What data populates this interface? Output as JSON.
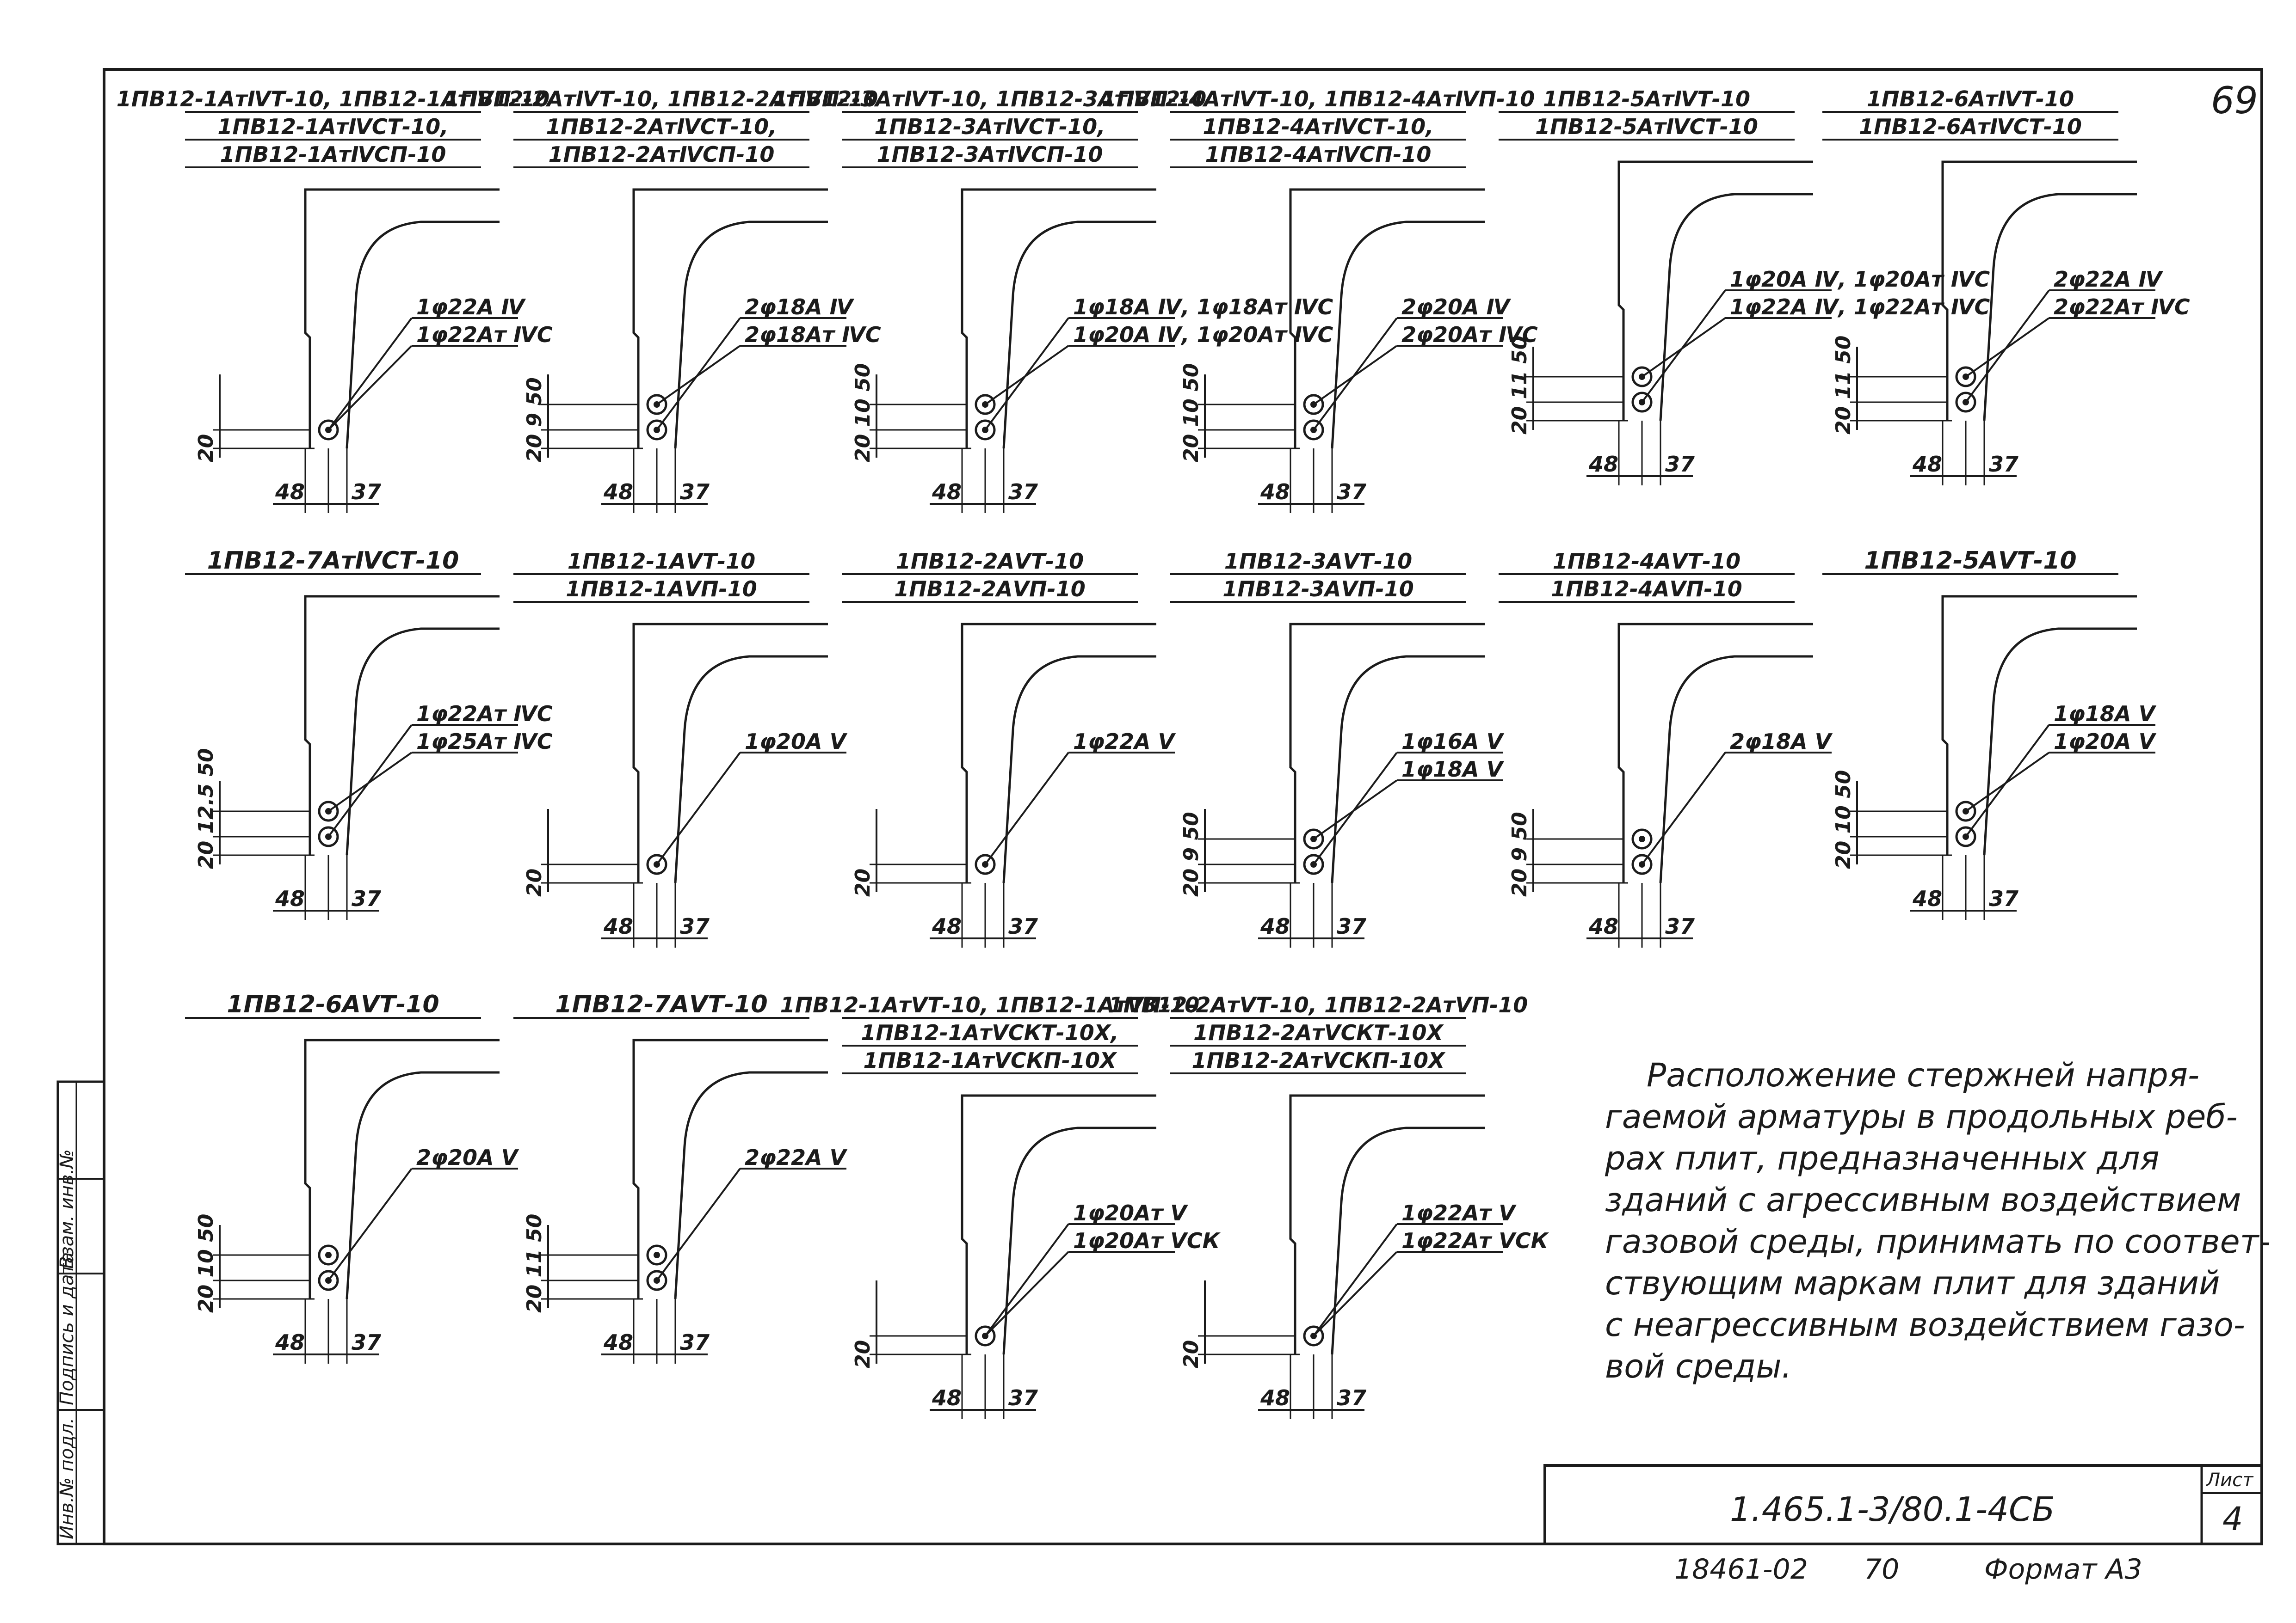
{
  "sheet": {
    "page_number": "69",
    "cards": [
      {
        "titles": [
          "1ПВ12-1АтⅣТ-10, 1ПВ12-1АтⅣП-10",
          "1ПВ12-1АтⅣСТ-10,",
          "1ПВ12-1АтⅣСП-10"
        ],
        "callouts": [
          "1φ22А Ⅳ",
          "1φ22Ат ⅣС"
        ],
        "dims_vertical": "20",
        "dim_left": "48",
        "dim_right": "37",
        "bars": 1
      },
      {
        "titles": [
          "1ПВ12-2АтⅣТ-10, 1ПВ12-2АтⅣП-10",
          "1ПВ12-2АтⅣСТ-10,",
          "1ПВ12-2АтⅣСП-10"
        ],
        "callouts": [
          "2φ18А Ⅳ",
          "2φ18Ат ⅣС"
        ],
        "dims_vertical": "20 9 50",
        "dim_left": "48",
        "dim_right": "37",
        "bars": 2
      },
      {
        "titles": [
          "1ПВ12-3АтⅣТ-10, 1ПВ12-3АтⅣП-10",
          "1ПВ12-3АтⅣСТ-10,",
          "1ПВ12-3АтⅣСП-10"
        ],
        "callouts": [
          "1φ18А Ⅳ, 1φ18Ат ⅣС",
          "1φ20А Ⅳ, 1φ20Ат ⅣС"
        ],
        "dims_vertical": "20 10 50",
        "dim_left": "48",
        "dim_right": "37",
        "bars": 2
      },
      {
        "titles": [
          "1ПВ12-4АтⅣТ-10, 1ПВ12-4АтⅣП-10",
          "1ПВ12-4АтⅣСТ-10,",
          "1ПВ12-4АтⅣСП-10"
        ],
        "callouts": [
          "2φ20А Ⅳ",
          "2φ20Ат ⅣС"
        ],
        "dims_vertical": "20 10 50",
        "dim_left": "48",
        "dim_right": "37",
        "bars": 2
      },
      {
        "titles": [
          "1ПВ12-5АтⅣТ-10",
          "1ПВ12-5АтⅣСТ-10"
        ],
        "callouts": [
          "1φ20А Ⅳ, 1φ20Ат ⅣС",
          "1φ22А Ⅳ, 1φ22Ат ⅣС"
        ],
        "dims_vertical": "20 11 50",
        "dim_left": "48",
        "dim_right": "37",
        "bars": 2
      },
      {
        "titles": [
          "1ПВ12-6АтⅣТ-10",
          "1ПВ12-6АтⅣСТ-10"
        ],
        "callouts": [
          "2φ22А Ⅳ",
          "2φ22Ат ⅣС"
        ],
        "dims_vertical": "20 11 50",
        "dim_left": "48",
        "dim_right": "37",
        "bars": 2
      },
      {
        "titles": [
          "1ПВ12-7АтⅣСТ-10"
        ],
        "callouts": [
          "1φ22Ат ⅣС",
          "1φ25Ат ⅣС"
        ],
        "dims_vertical": "20 12.5 50",
        "dim_left": "48",
        "dim_right": "37",
        "bars": 2
      },
      {
        "titles": [
          "1ПВ12-1АⅤТ-10",
          "1ПВ12-1АⅤП-10"
        ],
        "callouts": [
          "1φ20А Ⅴ"
        ],
        "dims_vertical": "20",
        "dim_left": "48",
        "dim_right": "37",
        "bars": 1
      },
      {
        "titles": [
          "1ПВ12-2АⅤТ-10",
          "1ПВ12-2АⅤП-10"
        ],
        "callouts": [
          "1φ22А Ⅴ"
        ],
        "dims_vertical": "20",
        "dim_left": "48",
        "dim_right": "37",
        "bars": 1
      },
      {
        "titles": [
          "1ПВ12-3АⅤТ-10",
          "1ПВ12-3АⅤП-10"
        ],
        "callouts": [
          "1φ16А Ⅴ",
          "1φ18А Ⅴ"
        ],
        "dims_vertical": "20 9 50",
        "dim_left": "48",
        "dim_right": "37",
        "bars": 2
      },
      {
        "titles": [
          "1ПВ12-4АⅤТ-10",
          "1ПВ12-4АⅤП-10"
        ],
        "callouts": [
          "2φ18А Ⅴ"
        ],
        "dims_vertical": "20 9 50",
        "dim_left": "48",
        "dim_right": "37",
        "bars": 2
      },
      {
        "titles": [
          "1ПВ12-5АⅤТ-10"
        ],
        "callouts": [
          "1φ18А Ⅴ",
          "1φ20А Ⅴ"
        ],
        "dims_vertical": "20 10 50",
        "dim_left": "48",
        "dim_right": "37",
        "bars": 2
      },
      {
        "titles": [
          "1ПВ12-6АⅤТ-10"
        ],
        "callouts": [
          "2φ20А Ⅴ"
        ],
        "dims_vertical": "20 10 50",
        "dim_left": "48",
        "dim_right": "37",
        "bars": 2
      },
      {
        "titles": [
          "1ПВ12-7АⅤТ-10"
        ],
        "callouts": [
          "2φ22А Ⅴ"
        ],
        "dims_vertical": "20 11 50",
        "dim_left": "48",
        "dim_right": "37",
        "bars": 2
      },
      {
        "titles": [
          "1ПВ12-1АтⅤТ-10, 1ПВ12-1АтⅤП-10",
          "1ПВ12-1АтⅤСКТ-10Х,",
          "1ПВ12-1АтⅤСКП-10Х"
        ],
        "callouts": [
          "1φ20Ат Ⅴ",
          "1φ20Ат ⅤСК"
        ],
        "dims_vertical": "20",
        "dim_left": "48",
        "dim_right": "37",
        "bars": 1
      },
      {
        "titles": [
          "1ПВ12-2АтⅤТ-10, 1ПВ12-2АтⅤП-10",
          "1ПВ12-2АтⅤСКТ-10Х",
          "1ПВ12-2АтⅤСКП-10Х"
        ],
        "callouts": [
          "1φ22Ат Ⅴ",
          "1φ22Ат ⅤСК"
        ],
        "dims_vertical": "20",
        "dim_left": "48",
        "dim_right": "37",
        "bars": 1
      }
    ],
    "note_lines": [
      "Расположение стержней напря-",
      "гаемой арматуры в продольных реб-",
      "рах плит, предназначенных для",
      "зданий с агрессивным воздействием",
      "газовой среды, принимать по соответ-",
      "ствующим маркам плит для зданий",
      "с неагрессивным воздействием газо-",
      "вой среды."
    ],
    "stamp": {
      "designation": "1.465.1-3/80.1-4СБ",
      "sheet_label": "Лист",
      "sheet_number": "4"
    },
    "side_stamp": [
      "Инв.№ подл.",
      "Подпись и дата",
      "Взам. инв.№"
    ],
    "footer": {
      "left_code": "18461-02",
      "mid_code": "70",
      "format": "Формат А3"
    }
  }
}
